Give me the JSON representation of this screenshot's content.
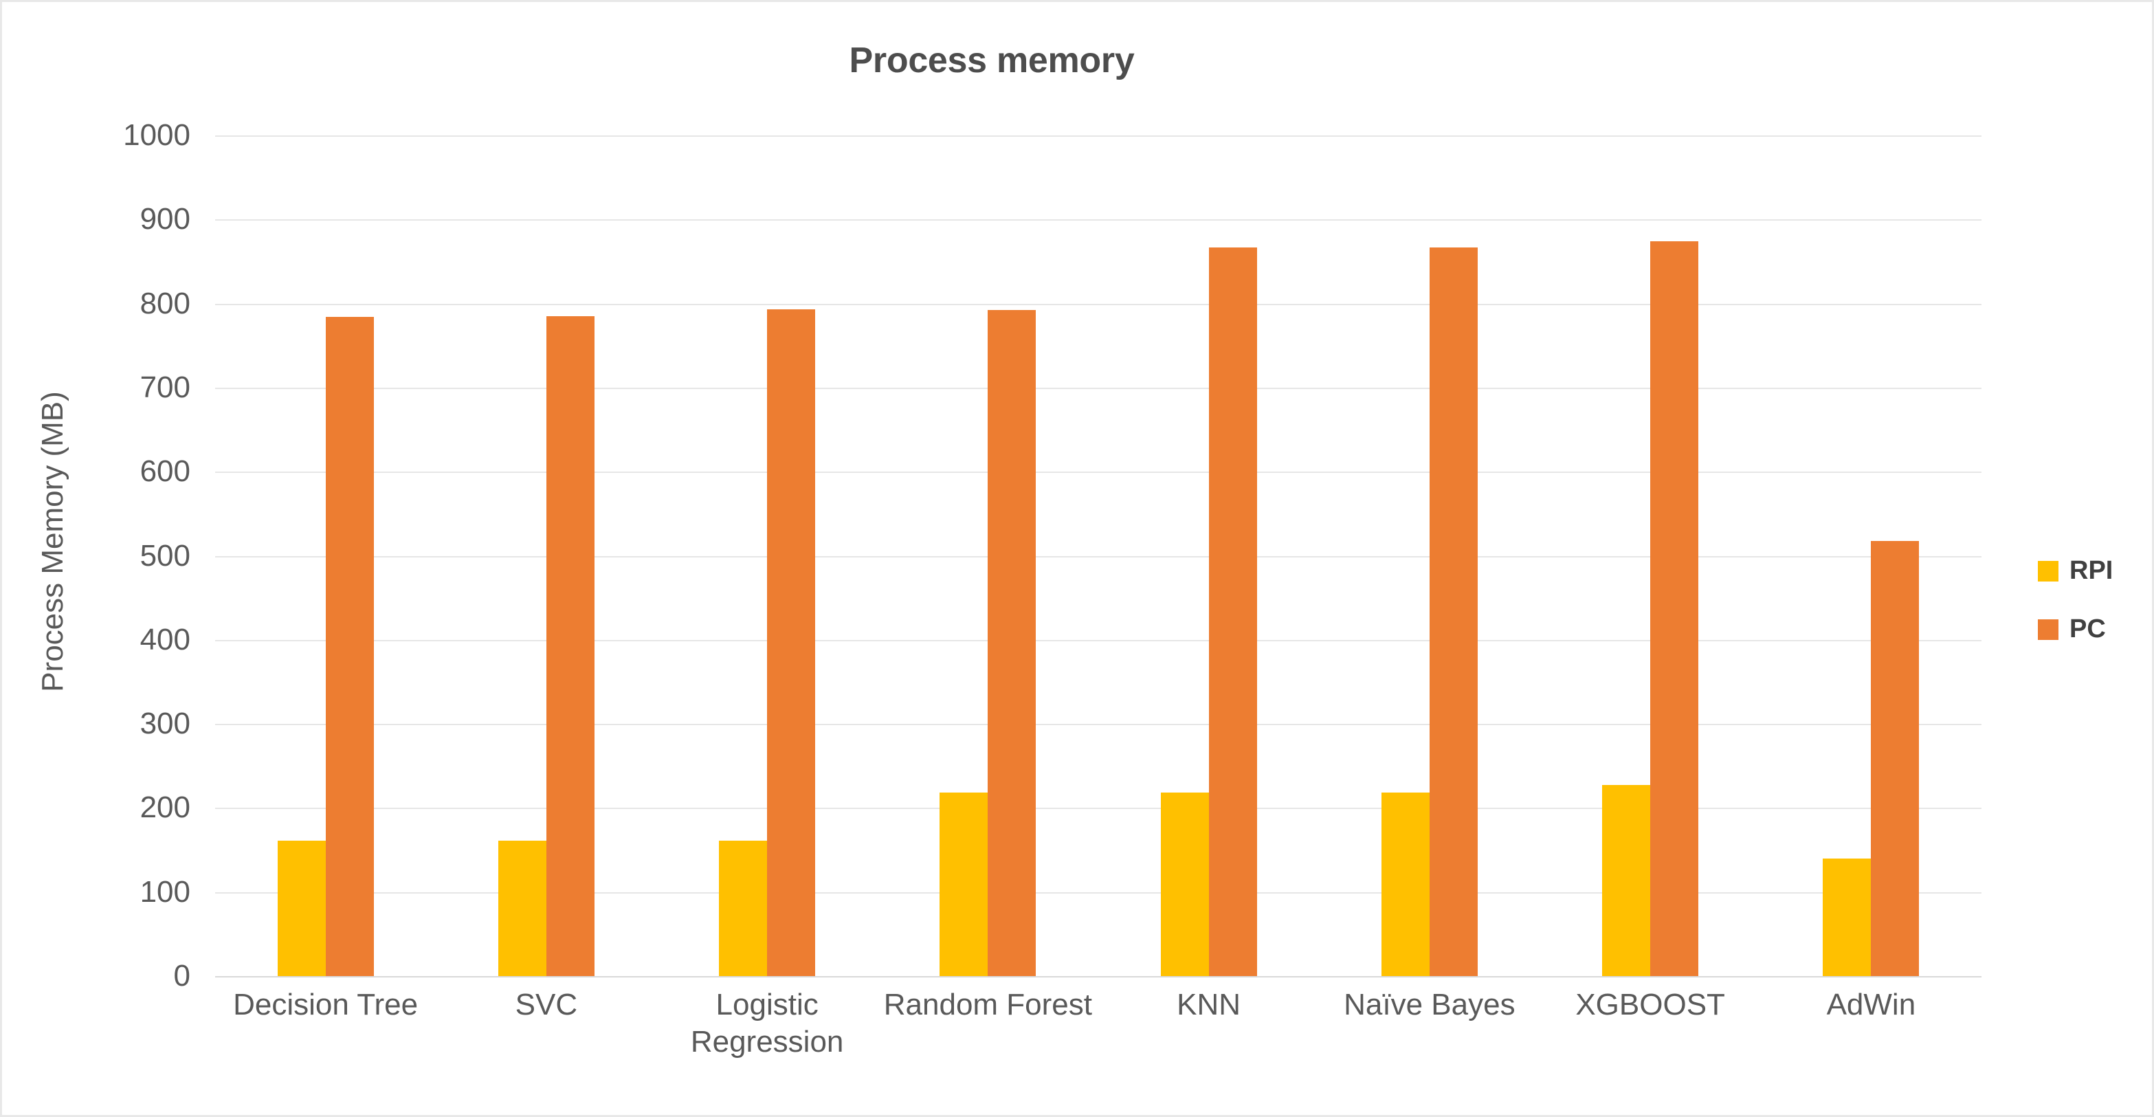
{
  "chart_data": {
    "type": "bar",
    "title": "Process memory",
    "xlabel": "",
    "ylabel": "Process Memory (MB)",
    "ylim": [
      0,
      1000
    ],
    "ytick_step": 100,
    "yticks": [
      1000,
      900,
      800,
      700,
      600,
      500,
      400,
      300,
      200,
      100,
      0
    ],
    "grid": true,
    "legend_position": "right",
    "categories": [
      "Decision Tree",
      "SVC",
      "Logistic Regression",
      "Random Forest",
      "KNN",
      "Naïve Bayes",
      "XGBOOST",
      "AdWin"
    ],
    "category_lines": [
      [
        "Decision Tree"
      ],
      [
        "SVC"
      ],
      [
        "Logistic",
        "Regression"
      ],
      [
        "Random Forest"
      ],
      [
        "KNN"
      ],
      [
        "Naïve Bayes"
      ],
      [
        "XGBOOST"
      ],
      [
        "AdWin"
      ]
    ],
    "series": [
      {
        "name": "RPI",
        "color": "#FFC000",
        "values": [
          161,
          161,
          161,
          218,
          218,
          218,
          227,
          140
        ]
      },
      {
        "name": "PC",
        "color": "#ED7D31",
        "values": [
          784,
          785,
          793,
          792,
          867,
          867,
          874,
          518
        ]
      }
    ]
  },
  "legend": {
    "items": [
      {
        "label": "RPI",
        "color": "#FFC000"
      },
      {
        "label": "PC",
        "color": "#ED7D31"
      }
    ]
  },
  "colors": {
    "rpi": "#FFC000",
    "pc": "#ED7D31",
    "title_text": "#4d4d4d",
    "axis_text": "#595959",
    "gridline": "#e6e6e6",
    "frame_border": "#e8e8e8",
    "background": "#ffffff"
  }
}
